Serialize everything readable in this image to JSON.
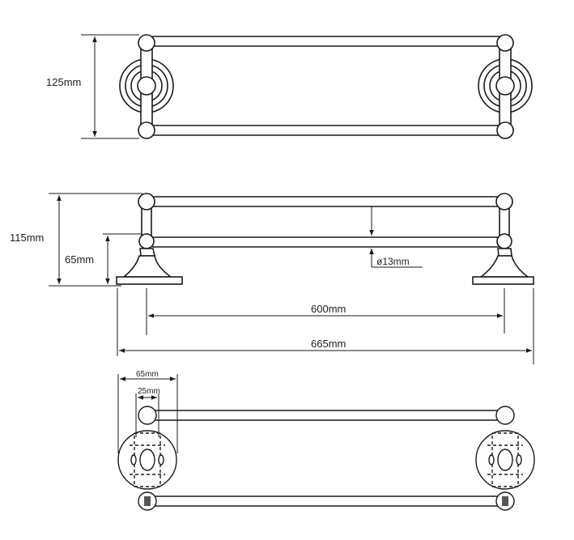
{
  "drawing": {
    "top_view": {
      "height_label": "125mm"
    },
    "side_view": {
      "total_height_label": "115mm",
      "lower_rail_height_label": "65mm",
      "tube_diameter_label": "ø13mm",
      "rail_length_label": "600mm",
      "overall_length_label": "665mm"
    },
    "front_view": {
      "base_width_label": "65mm",
      "hole_spacing_label": "25mm"
    }
  },
  "colors": {
    "line": "#1a1a1a",
    "rail_fill": "#ffffff"
  }
}
